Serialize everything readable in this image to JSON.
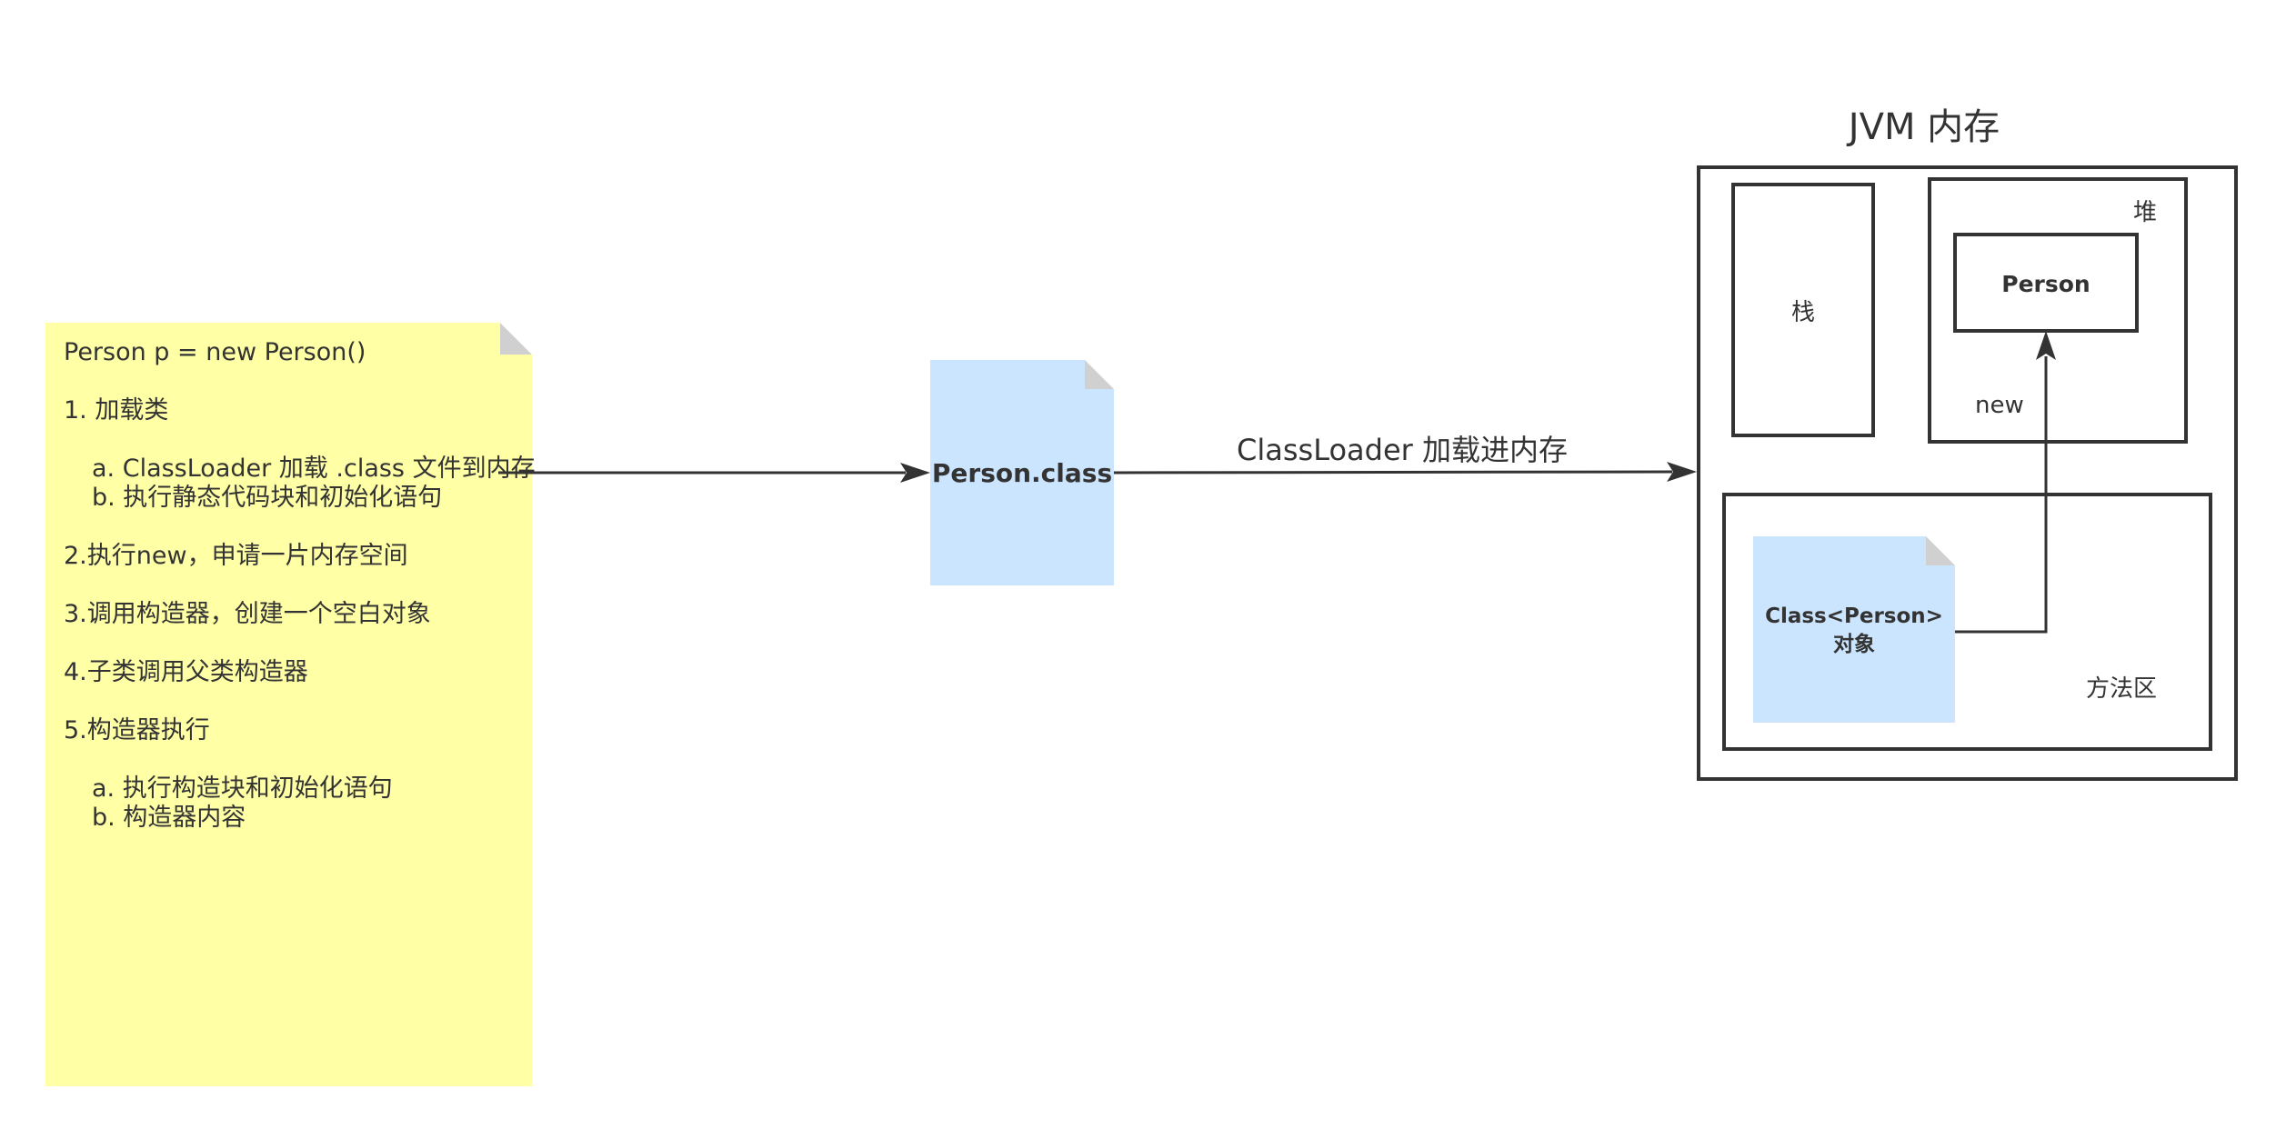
{
  "note": {
    "title": "Person p = new Person()",
    "step1": "1. 加载类",
    "step1a": "a. ClassLoader 加载 .class 文件到内存",
    "step1b": "b. 执行静态代码块和初始化语句",
    "step2": "2.执行new，申请一片内存空间",
    "step3": "3.调用构造器，创建一个空白对象",
    "step4": "4.子类调用父类构造器",
    "step5": "5.构造器执行",
    "step5a": "a. 执行构造块和初始化语句",
    "step5b": "b. 构造器内容"
  },
  "class_file": {
    "label": "Person.class"
  },
  "arrow": {
    "label": "ClassLoader 加载进内存"
  },
  "jvm": {
    "title": "JVM 内存",
    "stack_label": "栈",
    "heap_label": "堆",
    "person_label": "Person",
    "new_label": "new",
    "method_area_label": "方法区",
    "class_object_line1": "Class<Person>",
    "class_object_line2": "对象"
  },
  "colors": {
    "note_fill": "#ffffa6",
    "doc_fill": "#cce5ff",
    "stroke": "#333333",
    "fold": "#d0d0d0"
  }
}
